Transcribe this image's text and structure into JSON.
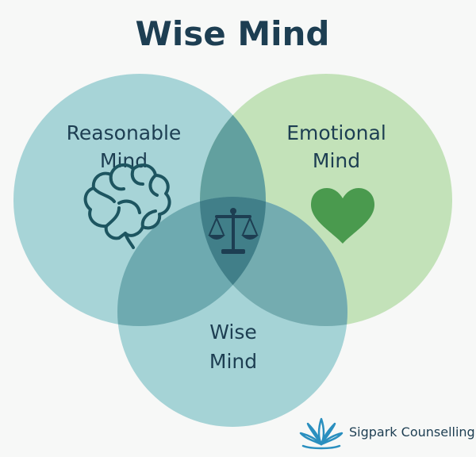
{
  "title": "Wise Mind",
  "circles": {
    "reasonable": {
      "line1": "Reasonable",
      "line2": "Mind",
      "icon": "brain-icon",
      "color": "#9fd0d3"
    },
    "emotional": {
      "line1": "Emotional",
      "line2": "Mind",
      "icon": "heart-icon",
      "color": "#bfe0b4"
    },
    "wise": {
      "line1": "Wise",
      "line2": "Mind",
      "color": "#9ccfd3"
    }
  },
  "center_icon": "scales-icon",
  "brand": {
    "name": "Sigpark Counselling",
    "icon": "lotus-icon",
    "color": "#2a8fbf"
  },
  "colors": {
    "text": "#1d3e52",
    "heart": "#4a9a4e",
    "brain": "#1d5560",
    "overlap_center": "#3f7e88"
  }
}
